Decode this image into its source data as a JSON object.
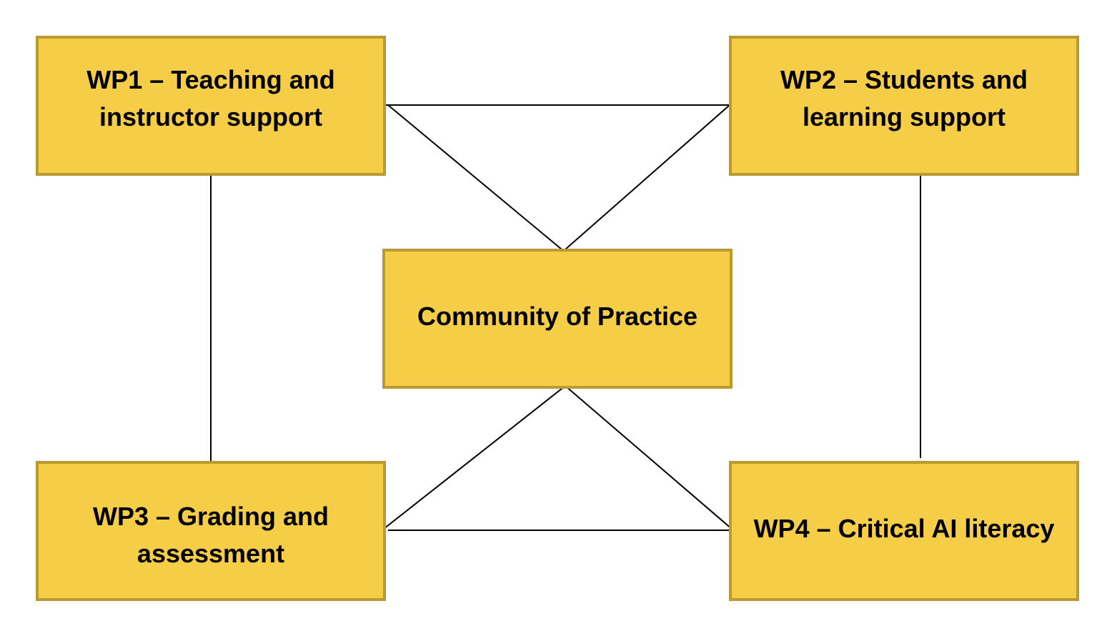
{
  "diagram": {
    "colors": {
      "box_fill": "#F5CD47",
      "box_border": "#B99A34",
      "line": "#000000",
      "text": "#000000"
    },
    "nodes": {
      "wp1": {
        "label_line1": "WP1 – Teaching and",
        "label_line2": "instructor support"
      },
      "wp2": {
        "label_line1": "WP2 – Students and",
        "label_line2": "learning support"
      },
      "cop": {
        "label": "Community of Practice"
      },
      "wp3": {
        "label_line1": "WP3 – Grading and",
        "label_line2": "assessment"
      },
      "wp4": {
        "label": "WP4 – Critical AI literacy"
      }
    },
    "edges": [
      {
        "from": "wp1",
        "to": "wp2"
      },
      {
        "from": "wp1",
        "to": "cop"
      },
      {
        "from": "wp2",
        "to": "cop"
      },
      {
        "from": "wp1",
        "to": "wp3"
      },
      {
        "from": "wp2",
        "to": "wp4"
      },
      {
        "from": "cop",
        "to": "wp3"
      },
      {
        "from": "cop",
        "to": "wp4"
      },
      {
        "from": "wp3",
        "to": "wp4"
      }
    ]
  }
}
